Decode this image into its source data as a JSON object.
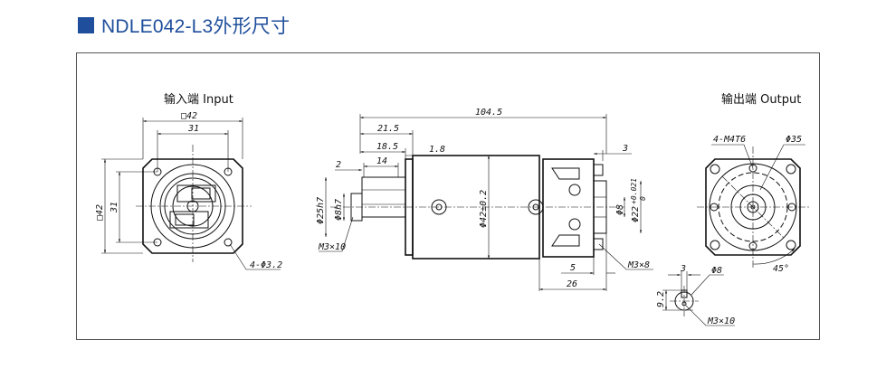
{
  "header": {
    "title": "NDLE042-L3外形尺寸",
    "accent_color": "#1f4e9c"
  },
  "input_view": {
    "label": "输入端 Input",
    "dim_square_top": "□42",
    "dim_31_top": "31",
    "dim_square_left": "□42",
    "dim_31_left": "31",
    "dim_holes": "4-Φ3.2"
  },
  "side_view": {
    "dim_104_5": "104.5",
    "dim_21_5": "21.5",
    "dim_18_5": "18.5",
    "dim_14": "14",
    "dim_1_8": "1.8",
    "dim_2": "2",
    "dim_3": "3",
    "dim_25h7": "Φ25h7",
    "dim_8h7": "Φ8h7",
    "dim_42": "Φ42±0.2",
    "dim_8": "Φ8",
    "dim_22": "Φ22",
    "dim_22_tol": "+0.021",
    "dim_22_tol2": "0",
    "dim_m3x10": "M3×10",
    "dim_m3x8": "M3×8",
    "dim_5": "5",
    "dim_26": "26"
  },
  "output_view": {
    "label": "输出端 Output",
    "dim_holes": "4-M4T6",
    "dim_35": "Φ35",
    "dim_45": "45°"
  },
  "shaft_detail": {
    "dim_3": "3",
    "dim_8": "Φ8",
    "dim_9_2": "9.2",
    "dim_m3x10": "M3×10"
  }
}
